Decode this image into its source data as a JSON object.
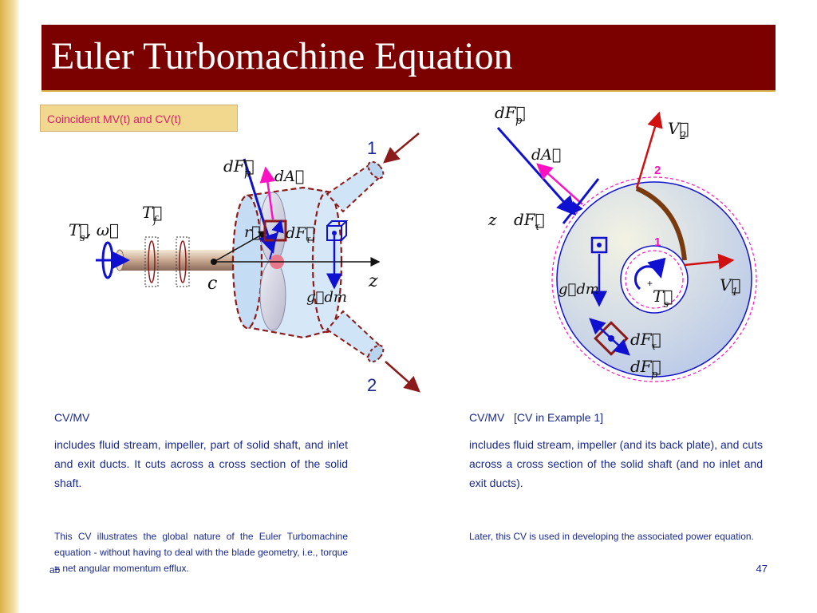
{
  "slide": {
    "title": "Euler Turbomachine Equation",
    "tag": "Coincident MV(t) and CV(t)",
    "page_number": "47",
    "footer_left": "ab"
  },
  "left_diagram": {
    "inlet_label": "1",
    "outlet_label": "2",
    "symbol_dFp": "dF⃗",
    "sub_p": "p",
    "symbol_dA": "dA⃗",
    "symbol_Tf": "T⃗",
    "sub_f": "f",
    "symbol_Ts_omega": "T⃗",
    "sub_s": "s",
    "omega": ", ω⃗",
    "symbol_r": "r⃗",
    "symbol_dFtau": "dF⃗",
    "sub_tau": "τ",
    "symbol_c": "c",
    "symbol_z": "z",
    "symbol_gdm": "g⃗dm"
  },
  "right_diagram": {
    "symbol_dFp_top": "dF⃗",
    "sub_p": "p",
    "symbol_dA": "dA⃗",
    "symbol_V2": "V⃗",
    "sub_2": "2",
    "station_2": "2",
    "symbol_z": "z",
    "symbol_dFtau_top": "dF⃗",
    "sub_tau": "τ",
    "station_1": "1",
    "symbol_gdm": "g⃗dm",
    "symbol_V1": "V⃗",
    "sub_1": "1",
    "plus": "+",
    "symbol_Ts": "T⃗",
    "sub_s": "s",
    "symbol_dFtau_bottom": "dF⃗",
    "symbol_dFp_bottom": "dF⃗"
  },
  "left_text": {
    "heading": "CV/MV",
    "body": "includes fluid stream, impeller, part of solid shaft, and inlet and exit ducts. It cuts across a cross section of the solid shaft.",
    "note": "This CV illustrates the global nature of the Euler Turbomachine equation - without having to deal with the blade geometry, i.e., torque = net angular momentum efflux."
  },
  "right_text": {
    "heading": "CV/MV   [CV in Example 1]",
    "body": "includes fluid stream, impeller (and its back plate), and cuts across a cross section of the solid shaft (and no inlet and exit ducts).",
    "note": "Later, this CV is used in developing the associated power equation."
  },
  "colors": {
    "title_bg": "#7b0000",
    "tag_bg": "#f2d78e",
    "tag_text": "#d4236a",
    "text_blue": "#1a2a8c",
    "cv_dashed": "#8b1a1a",
    "vector_blue": "#1010d0",
    "vector_red": "#d01010",
    "magenta": "#ff10c0"
  }
}
